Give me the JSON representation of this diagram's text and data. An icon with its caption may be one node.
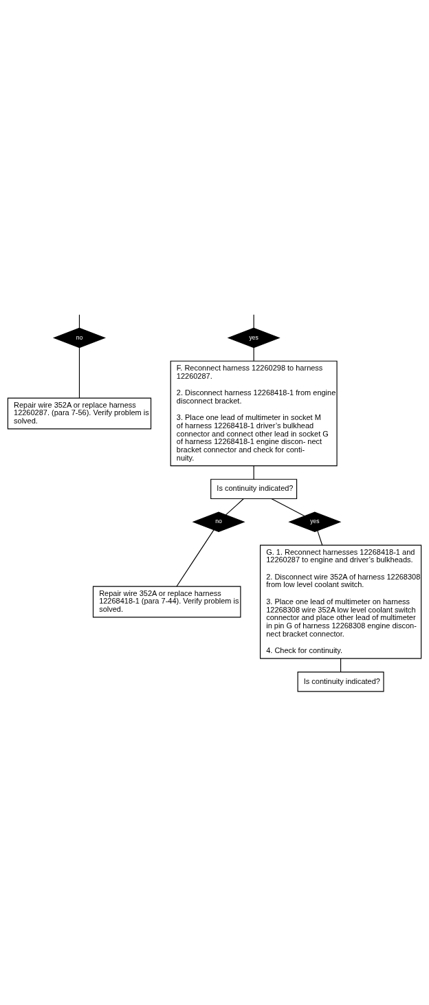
{
  "diagram": {
    "nodes": [
      {
        "text": [
          "no"
        ]
      },
      {
        "text": [
          "yes"
        ]
      },
      {
        "text": [
          "Repair wire 352A or replace harness 12260287. (para 7-56). Verify problem is solved."
        ]
      },
      {
        "text": [
          "F. Reconnect harness 12260298 to harness 12260287.",
          "2. Disconnect harness 12268418-1 from engine disconnect bracket.",
          "3. Place one lead of multimeter in socket M of harness 12268418-1 driver’s bulkhead connector and connect other lead in socket G of harness 12268418-1 engine discon- nect bracket connector and check for conti- nuity."
        ]
      },
      {
        "text": [
          "Is continuity indicated?"
        ]
      },
      {
        "text": [
          "no"
        ]
      },
      {
        "text": [
          "yes"
        ]
      },
      {
        "text": [
          "Repair wire 352A or replace harness 12268418-1 (para 7-44). Verify problem is solved."
        ]
      },
      {
        "text": [
          "G. 1. Reconnect harnesses 12268418-1 and 12260287 to engine and driver’s bulkheads.",
          "2. Disconnect wire 352A of harness 12268308 from low level coolant switch.",
          "3. Place one lead of multimeter on harness 12268308 wire 352A low level coolant switch connector and place other lead of multimeter in pin G of harness 12268308 engine discon- nect bracket connector.",
          "4. Check for continuity."
        ]
      },
      {
        "text": [
          "Is continuity indicated?"
        ]
      }
    ],
    "edges": [
      {
        "from": null,
        "to": 0,
        "arrow": "none"
      },
      {
        "from": null,
        "to": 1,
        "arrow": "none"
      },
      {
        "from": 0,
        "to": 2,
        "arrow": "none"
      },
      {
        "from": 1,
        "to": 3,
        "arrow": "none"
      },
      {
        "from": 3,
        "to": 4,
        "arrow": "none"
      },
      {
        "from": 4,
        "to": 5,
        "arrow": "none"
      },
      {
        "from": 4,
        "to": 6,
        "arrow": "none"
      },
      {
        "from": 5,
        "to": 7,
        "arrow": "none"
      },
      {
        "from": 6,
        "to": 8,
        "arrow": "none"
      },
      {
        "from": 8,
        "to": 9,
        "arrow": "none"
      }
    ]
  }
}
